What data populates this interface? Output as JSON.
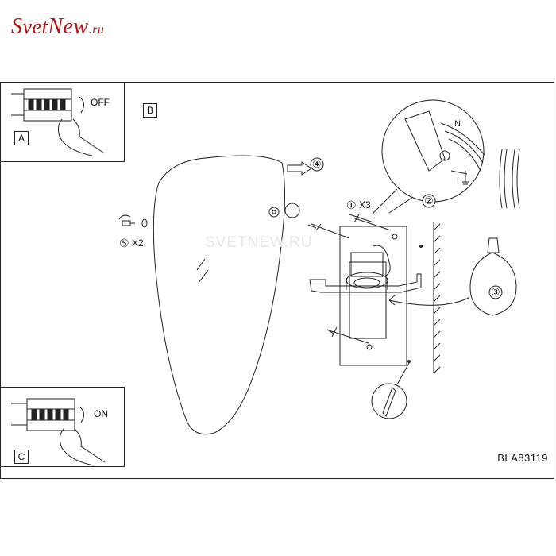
{
  "logo": {
    "text_a": "S",
    "text_b": "vet",
    "text_c": "New",
    "text_d": ".ru"
  },
  "watermark": "SVETNEW.RU",
  "panels": {
    "a": "A",
    "b": "B",
    "c": "C"
  },
  "switch_labels": {
    "off": "OFF",
    "on": "ON"
  },
  "steps": {
    "s1": "①",
    "s1_qty": "X3",
    "s2": "②",
    "s3": "③",
    "s4": "④",
    "s5": "⑤",
    "s5_qty": "X2"
  },
  "wire_labels": {
    "neutral": "N",
    "live": "L"
  },
  "model_code": "BLA83119"
}
